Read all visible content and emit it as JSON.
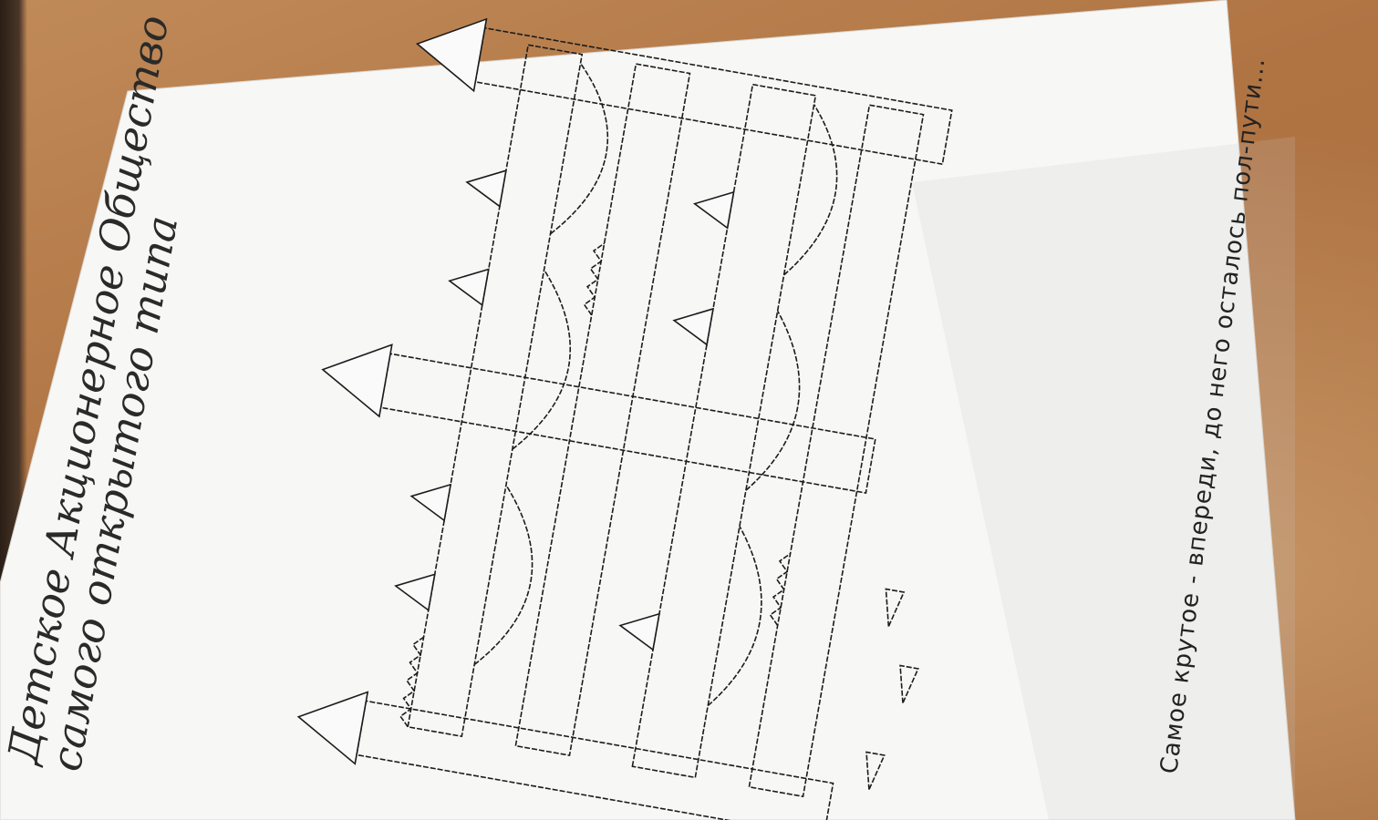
{
  "sheet": {
    "title_line1": "Детское Акционерное Общество",
    "title_line2": "самого открытого типа",
    "caption": "Самое крутое - впереди, до него осталось пол-пути..."
  },
  "colors": {
    "desk": "#b07443",
    "paper": "#f7f7f5",
    "ink": "#1c1c1c"
  }
}
